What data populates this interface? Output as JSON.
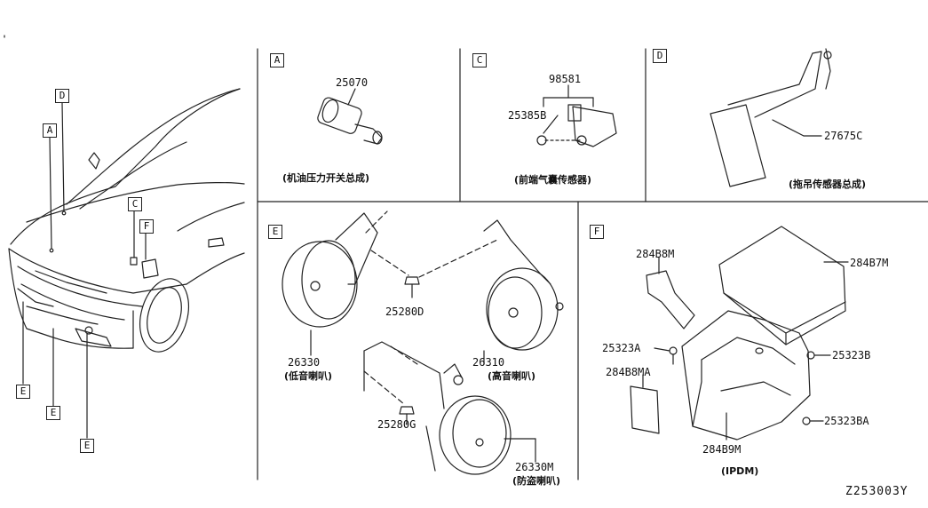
{
  "sections": {
    "A": {
      "letter": "A",
      "part": "25070",
      "caption": "(机油压力开关总成)"
    },
    "C": {
      "letter": "C",
      "part_top": "98581",
      "part_left": "25385B",
      "caption": "(前端气囊传感器)"
    },
    "D": {
      "letter": "D",
      "part": "27675C",
      "caption": "(拖吊传感器总成)"
    },
    "E": {
      "letter": "E",
      "low_horn": "26330",
      "low_horn_caption": "(低音喇叭)",
      "high_horn": "26310",
      "high_horn_caption": "(高音喇叭)",
      "bolt_d": "25280D",
      "bolt_g": "25280G",
      "alarm_horn": "26330M",
      "alarm_horn_caption": "(防盗喇叭)"
    },
    "F": {
      "letter": "F",
      "cover_upper": "284B8M",
      "cover_box": "284B7M",
      "screw_a": "25323A",
      "screw_b": "25323B",
      "screw_ba": "25323BA",
      "bracket": "284B8MA",
      "base": "284B9M",
      "caption": "(IPDM)"
    }
  },
  "car": {
    "callouts": {
      "D": "D",
      "A": "A",
      "C": "C",
      "F": "F",
      "E1": "E",
      "E2": "E",
      "E3": "E"
    }
  },
  "diagram_id": "Z253003Y"
}
